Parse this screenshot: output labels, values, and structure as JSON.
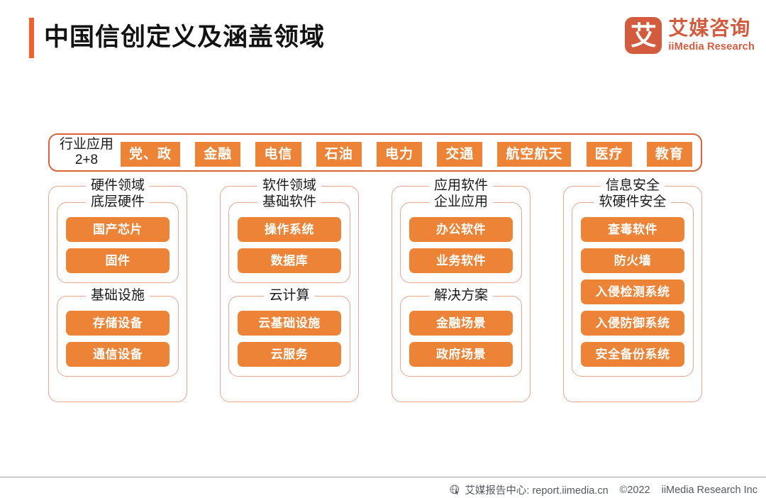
{
  "header": {
    "title": "中国信创定义及涵盖领域",
    "accent_color": "#F2612C",
    "logo": {
      "mark_glyph": "艾",
      "name_cn": "艾媒咨询",
      "name_en": "iiMedia Research",
      "color": "#D35B3E"
    }
  },
  "industry": {
    "label_line1": "行业应用",
    "label_line2": "2+8",
    "tags": [
      "党、政",
      "金融",
      "电信",
      "石油",
      "电力",
      "交通",
      "航空航天",
      "医疗",
      "教育"
    ]
  },
  "columns": [
    {
      "title": "硬件领域",
      "groups": [
        {
          "title": "底层硬件",
          "items": [
            "国产芯片",
            "固件"
          ]
        },
        {
          "title": "基础设施",
          "items": [
            "存储设备",
            "通信设备"
          ]
        }
      ]
    },
    {
      "title": "软件领域",
      "groups": [
        {
          "title": "基础软件",
          "items": [
            "操作系统",
            "数据库"
          ]
        },
        {
          "title": "云计算",
          "items": [
            "云基础设施",
            "云服务"
          ]
        }
      ]
    },
    {
      "title": "应用软件",
      "groups": [
        {
          "title": "企业应用",
          "items": [
            "办公软件",
            "业务软件"
          ]
        },
        {
          "title": "解决方案",
          "items": [
            "金融场景",
            "政府场景"
          ]
        }
      ]
    },
    {
      "title": "信息安全",
      "groups": [
        {
          "title": "软硬件安全",
          "items": [
            "查毒软件",
            "防火墙",
            "入侵检测系统",
            "入侵防御系统",
            "安全备份系统"
          ]
        }
      ]
    }
  ],
  "footer": {
    "source": "艾媒报告中心: report.iimedia.cn",
    "copyright": "©2022",
    "company": "iiMedia Research  Inc"
  },
  "colors": {
    "chip_orange": "#EC8337",
    "box_border": "#E8A693",
    "bar_border": "#D9643A",
    "accent": "#F2612C",
    "brand": "#D35B3E"
  }
}
